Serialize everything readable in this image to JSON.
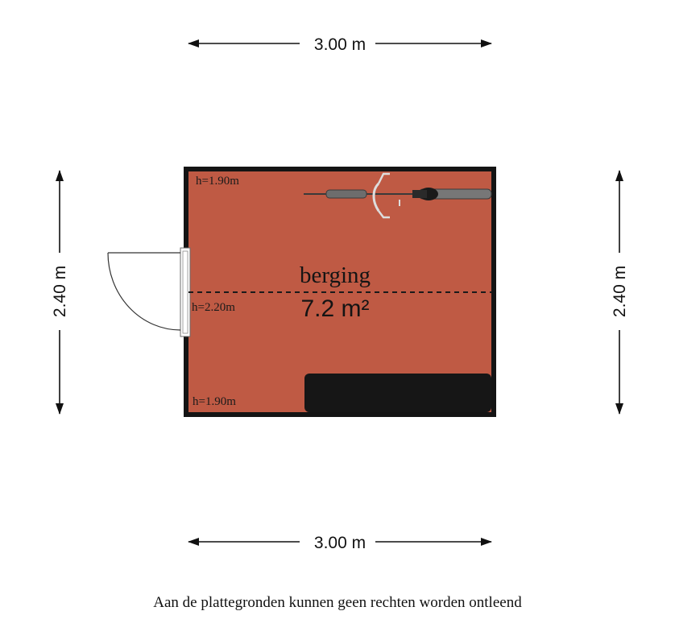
{
  "dimensions": {
    "top_width": "3.00 m",
    "bottom_width": "3.00 m",
    "left_height": "2.40 m",
    "right_height": "2.40 m"
  },
  "room": {
    "name": "berging",
    "area": "7.2 m²",
    "fill_color": "#bf5a44",
    "heights": {
      "top_left": "h=1.90m",
      "middle": "h=2.20m",
      "bottom_left": "h=1.90m"
    }
  },
  "disclaimer": "Aan de plattegronden kunnen geen rechten worden ontleend"
}
